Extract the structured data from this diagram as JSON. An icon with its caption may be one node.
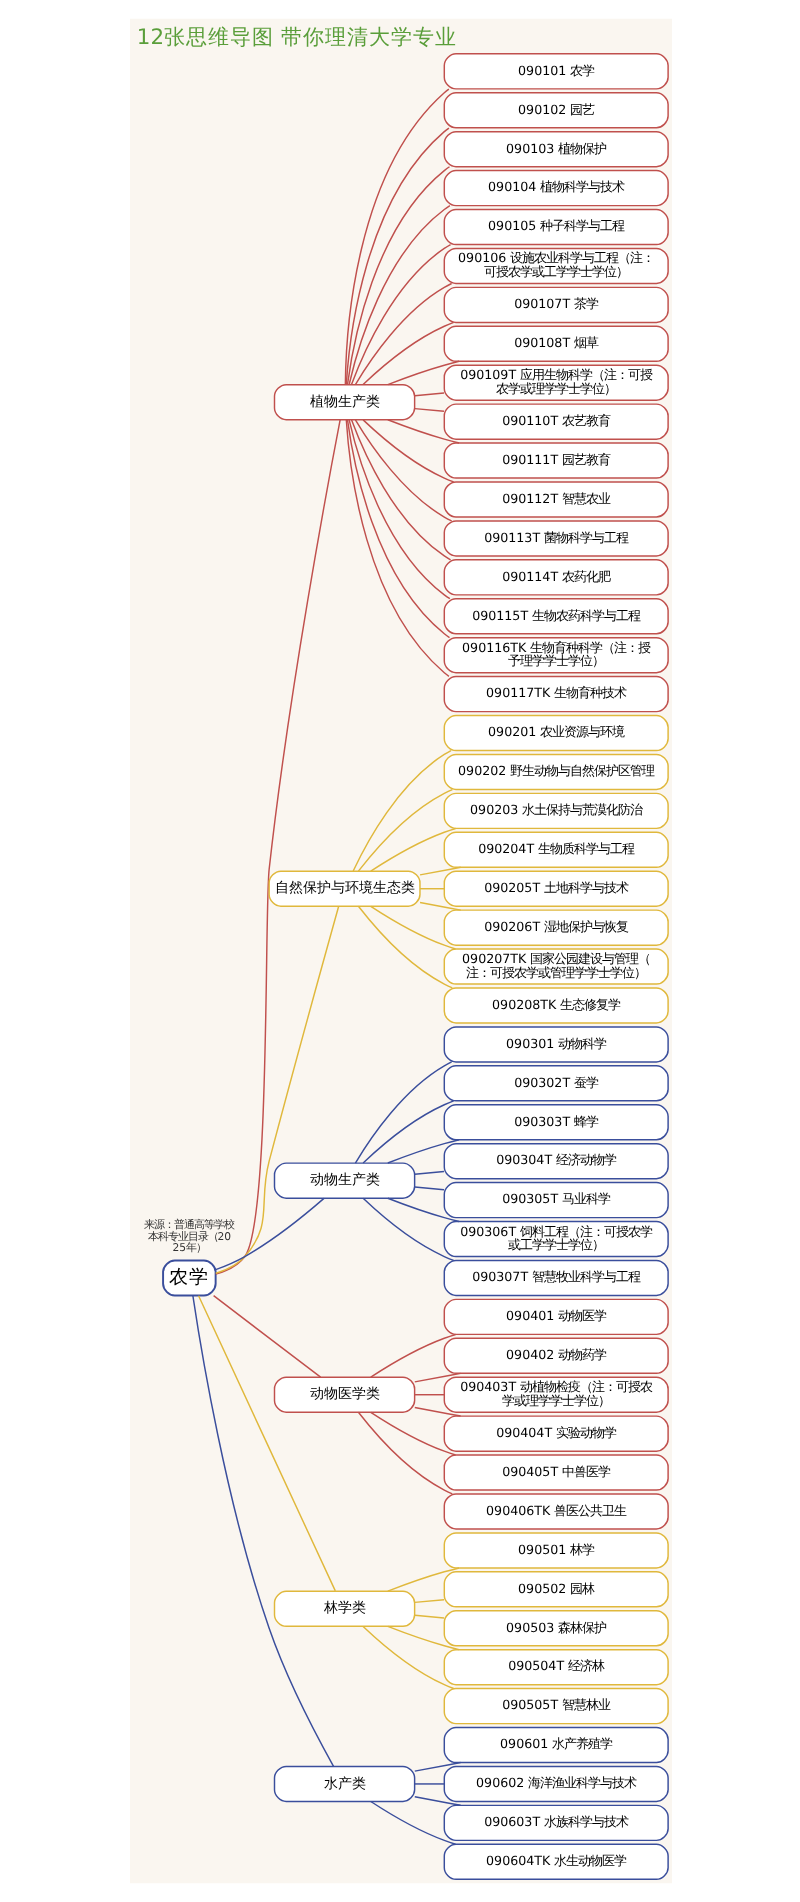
{
  "diagram": {
    "title": "12张思维导图 带你理清大学专业",
    "nodes": [
      {
        "text": [
          "农学"
        ]
      },
      {
        "text": [
          "植物生产类"
        ]
      },
      {
        "text": [
          "090101 农学"
        ]
      },
      {
        "text": [
          "090102 园艺"
        ]
      },
      {
        "text": [
          "090103 植物保护"
        ]
      },
      {
        "text": [
          "090104 植物科学与技术"
        ]
      },
      {
        "text": [
          "090105 种子科学与工程"
        ]
      },
      {
        "text": [
          "090106 设施农业科学与工程（注：可授农学或工学学士学位）"
        ]
      },
      {
        "text": [
          "090107T 茶学"
        ]
      },
      {
        "text": [
          "090108T 烟草"
        ]
      },
      {
        "text": [
          "090109T 应用生物科学（注：可授农学或理学学士学位）"
        ]
      },
      {
        "text": [
          "090110T 农艺教育"
        ]
      },
      {
        "text": [
          "090111T 园艺教育"
        ]
      },
      {
        "text": [
          "090112T 智慧农业"
        ]
      },
      {
        "text": [
          "090113T 菌物科学与工程"
        ]
      },
      {
        "text": [
          "090114T 农药化肥"
        ]
      },
      {
        "text": [
          "090115T 生物农药科学与工程"
        ]
      },
      {
        "text": [
          "090116TK 生物育种科学（注：授予理学学士学位）"
        ]
      },
      {
        "text": [
          "090117TK 生物育种技术"
        ]
      },
      {
        "text": [
          "自然保护与环境生态类"
        ]
      },
      {
        "text": [
          "090201 农业资源与环境"
        ]
      },
      {
        "text": [
          "090202 野生动物与自然保护区管理"
        ]
      },
      {
        "text": [
          "090203 水土保持与荒漠化防治"
        ]
      },
      {
        "text": [
          "090204T 生物质科学与工程"
        ]
      },
      {
        "text": [
          "090205T 土地科学与技术"
        ]
      },
      {
        "text": [
          "090206T 湿地保护与恢复"
        ]
      },
      {
        "text": [
          "090207TK 国家公园建设与管理（注：可授农学或管理学学士学位）"
        ]
      },
      {
        "text": [
          "090208TK 生态修复学"
        ]
      },
      {
        "text": [
          "动物生产类"
        ]
      },
      {
        "text": [
          "090301 动物科学"
        ]
      },
      {
        "text": [
          "090302T 蚕学"
        ]
      },
      {
        "text": [
          "090303T 蜂学"
        ]
      },
      {
        "text": [
          "090304T 经济动物学"
        ]
      },
      {
        "text": [
          "090305T 马业科学"
        ]
      },
      {
        "text": [
          "090306T 饲料工程（注：可授农学或工学学士学位）"
        ]
      },
      {
        "text": [
          "090307T 智慧牧业科学与工程"
        ]
      },
      {
        "text": [
          "动物医学类"
        ]
      },
      {
        "text": [
          "090401 动物医学"
        ]
      },
      {
        "text": [
          "090402 动物药学"
        ]
      },
      {
        "text": [
          "090403T 动植物检疫（注：可授农学或理学学士学位）"
        ]
      },
      {
        "text": [
          "090404T 实验动物学"
        ]
      },
      {
        "text": [
          "090405T 中兽医学"
        ]
      },
      {
        "text": [
          "090406TK 兽医公共卫生"
        ]
      },
      {
        "text": [
          "林学类"
        ]
      },
      {
        "text": [
          "090501 林学"
        ]
      },
      {
        "text": [
          "090502 园林"
        ]
      },
      {
        "text": [
          "090503 森林保护"
        ]
      },
      {
        "text": [
          "090504T 经济林"
        ]
      },
      {
        "text": [
          "090505T 智慧林业"
        ]
      },
      {
        "text": [
          "水产类"
        ]
      },
      {
        "text": [
          "090601 水产养殖学"
        ]
      },
      {
        "text": [
          "090602 海洋渔业科学与技术"
        ]
      },
      {
        "text": [
          "090603T 水族科学与技术"
        ]
      },
      {
        "text": [
          "090604TK 水生动物医学"
        ]
      }
    ],
    "edges": [
      {
        "from": 0,
        "to": 1,
        "arrow": "none",
        "color": "#c0504d"
      },
      {
        "from": 1,
        "to": 2,
        "arrow": "none",
        "color": "#c0504d"
      },
      {
        "from": 1,
        "to": 3,
        "arrow": "none",
        "color": "#c0504d"
      },
      {
        "from": 1,
        "to": 4,
        "arrow": "none",
        "color": "#c0504d"
      },
      {
        "from": 1,
        "to": 5,
        "arrow": "none",
        "color": "#c0504d"
      },
      {
        "from": 1,
        "to": 6,
        "arrow": "none",
        "color": "#c0504d"
      },
      {
        "from": 1,
        "to": 7,
        "arrow": "none",
        "color": "#c0504d"
      },
      {
        "from": 1,
        "to": 8,
        "arrow": "none",
        "color": "#c0504d"
      },
      {
        "from": 1,
        "to": 9,
        "arrow": "none",
        "color": "#c0504d"
      },
      {
        "from": 1,
        "to": 10,
        "arrow": "none",
        "color": "#c0504d"
      },
      {
        "from": 1,
        "to": 11,
        "arrow": "none",
        "color": "#c0504d"
      },
      {
        "from": 1,
        "to": 12,
        "arrow": "none",
        "color": "#c0504d"
      },
      {
        "from": 1,
        "to": 13,
        "arrow": "none",
        "color": "#c0504d"
      },
      {
        "from": 1,
        "to": 14,
        "arrow": "none",
        "color": "#c0504d"
      },
      {
        "from": 1,
        "to": 15,
        "arrow": "none",
        "color": "#c0504d"
      },
      {
        "from": 1,
        "to": 16,
        "arrow": "none",
        "color": "#c0504d"
      },
      {
        "from": 1,
        "to": 17,
        "arrow": "none",
        "color": "#c0504d"
      },
      {
        "from": 1,
        "to": 18,
        "arrow": "none",
        "color": "#c0504d"
      },
      {
        "from": 0,
        "to": 19,
        "arrow": "none",
        "color": "#e0b83c"
      },
      {
        "from": 19,
        "to": 20,
        "arrow": "none",
        "color": "#e0b83c"
      },
      {
        "from": 19,
        "to": 21,
        "arrow": "none",
        "color": "#e0b83c"
      },
      {
        "from": 19,
        "to": 22,
        "arrow": "none",
        "color": "#e0b83c"
      },
      {
        "from": 19,
        "to": 23,
        "arrow": "none",
        "color": "#e0b83c"
      },
      {
        "from": 19,
        "to": 24,
        "arrow": "none",
        "color": "#e0b83c"
      },
      {
        "from": 19,
        "to": 25,
        "arrow": "none",
        "color": "#e0b83c"
      },
      {
        "from": 19,
        "to": 26,
        "arrow": "none",
        "color": "#e0b83c"
      },
      {
        "from": 19,
        "to": 27,
        "arrow": "none",
        "color": "#e0b83c"
      },
      {
        "from": 0,
        "to": 28,
        "arrow": "none",
        "color": "#3a4e9c"
      },
      {
        "from": 28,
        "to": 29,
        "arrow": "none",
        "color": "#3a4e9c"
      },
      {
        "from": 28,
        "to": 30,
        "arrow": "none",
        "color": "#3a4e9c"
      },
      {
        "from": 28,
        "to": 31,
        "arrow": "none",
        "color": "#3a4e9c"
      },
      {
        "from": 28,
        "to": 32,
        "arrow": "none",
        "color": "#3a4e9c"
      },
      {
        "from": 28,
        "to": 33,
        "arrow": "none",
        "color": "#3a4e9c"
      },
      {
        "from": 28,
        "to": 34,
        "arrow": "none",
        "color": "#3a4e9c"
      },
      {
        "from": 28,
        "to": 35,
        "arrow": "none",
        "color": "#3a4e9c"
      },
      {
        "from": 0,
        "to": 36,
        "arrow": "none",
        "color": "#c0504d"
      },
      {
        "from": 36,
        "to": 37,
        "arrow": "none",
        "color": "#c0504d"
      },
      {
        "from": 36,
        "to": 38,
        "arrow": "none",
        "color": "#c0504d"
      },
      {
        "from": 36,
        "to": 39,
        "arrow": "none",
        "color": "#c0504d"
      },
      {
        "from": 36,
        "to": 40,
        "arrow": "none",
        "color": "#c0504d"
      },
      {
        "from": 36,
        "to": 41,
        "arrow": "none",
        "color": "#c0504d"
      },
      {
        "from": 36,
        "to": 42,
        "arrow": "none",
        "color": "#c0504d"
      },
      {
        "from": 0,
        "to": 43,
        "arrow": "none",
        "color": "#e0b83c"
      },
      {
        "from": 43,
        "to": 44,
        "arrow": "none",
        "color": "#e0b83c"
      },
      {
        "from": 43,
        "to": 45,
        "arrow": "none",
        "color": "#e0b83c"
      },
      {
        "from": 43,
        "to": 46,
        "arrow": "none",
        "color": "#e0b83c"
      },
      {
        "from": 43,
        "to": 47,
        "arrow": "none",
        "color": "#e0b83c"
      },
      {
        "from": 43,
        "to": 48,
        "arrow": "none",
        "color": "#e0b83c"
      },
      {
        "from": 0,
        "to": 49,
        "arrow": "none",
        "color": "#3a4e9c"
      },
      {
        "from": 49,
        "to": 50,
        "arrow": "none",
        "color": "#3a4e9c"
      },
      {
        "from": 49,
        "to": 51,
        "arrow": "none",
        "color": "#3a4e9c"
      },
      {
        "from": 49,
        "to": 52,
        "arrow": "none",
        "color": "#3a4e9c"
      },
      {
        "from": 49,
        "to": 53,
        "arrow": "none",
        "color": "#3a4e9c"
      }
    ],
    "labels": [
      "来源：普通高等学校本科专业目录（2025年）"
    ]
  }
}
